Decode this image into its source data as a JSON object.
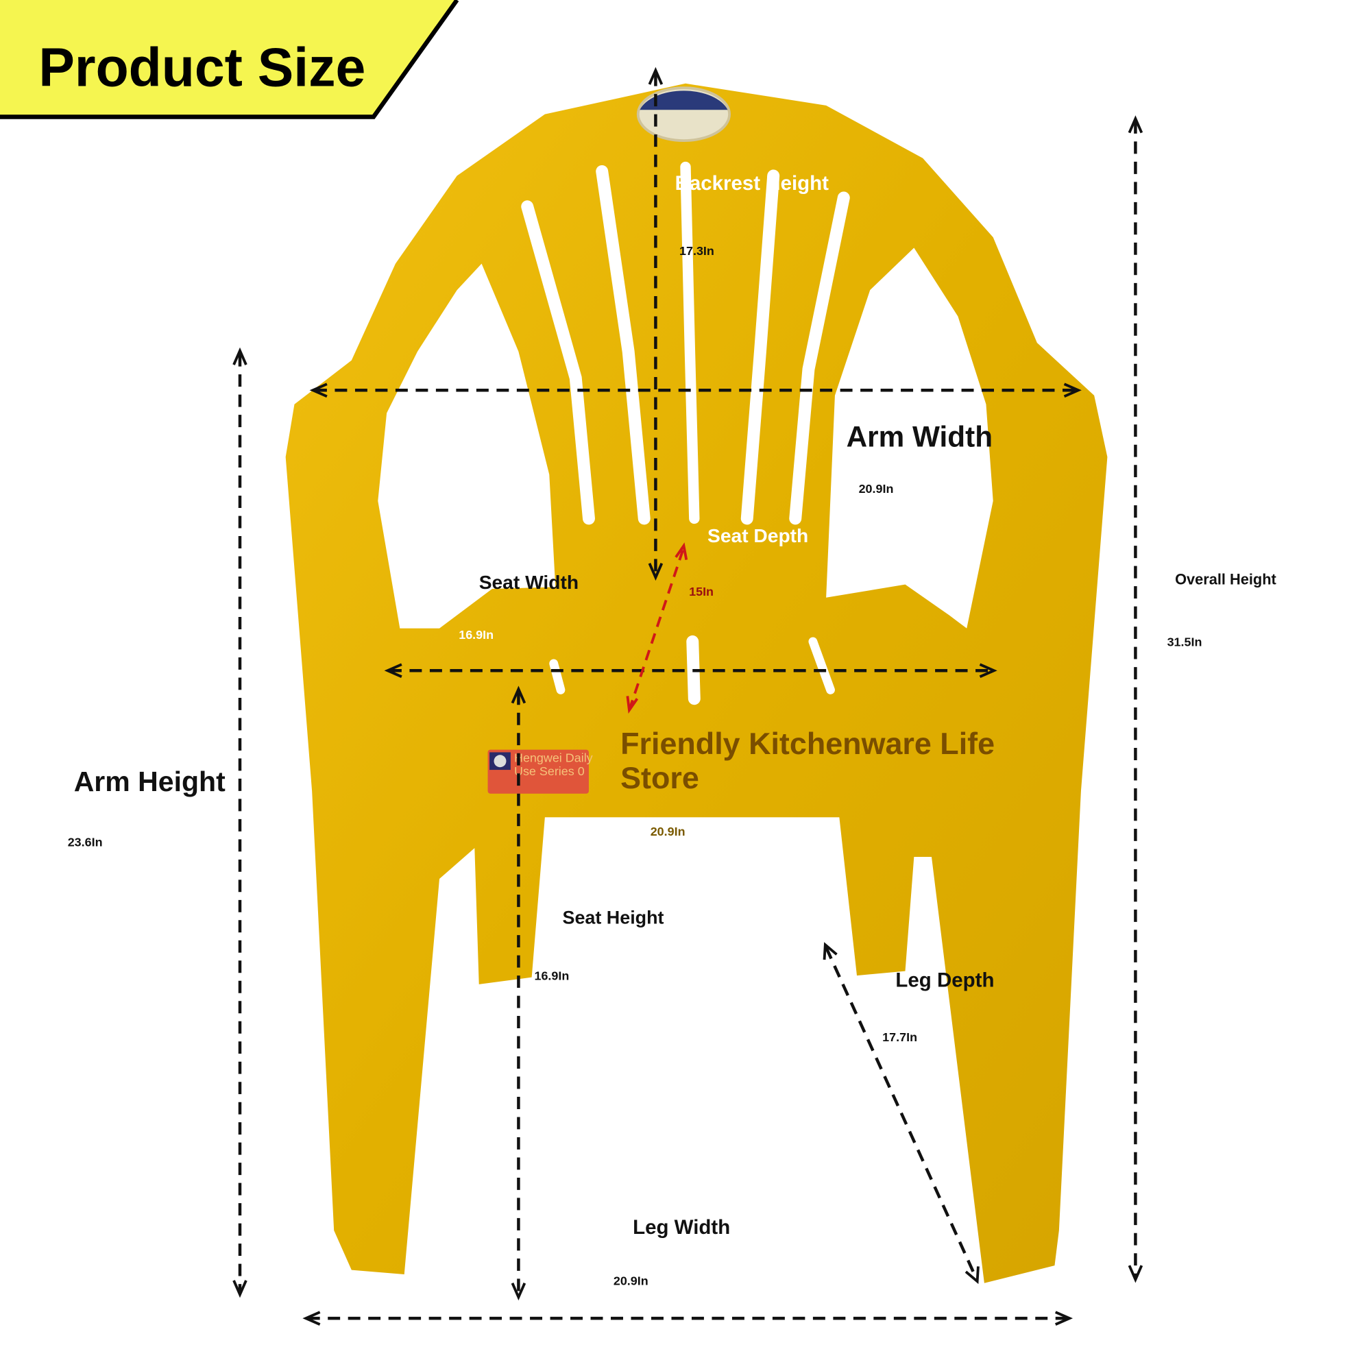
{
  "banner": {
    "title": "Product Size",
    "color": "#f5f550"
  },
  "chair_color": "#e8b400",
  "dimensions": {
    "backrest_height": {
      "label": "Backrest Height",
      "value": "17.3In"
    },
    "arm_width": {
      "label": "Arm Width",
      "value": "20.9In"
    },
    "seat_depth": {
      "label": "Seat Depth",
      "value": "15In"
    },
    "seat_width": {
      "label": "Seat Width",
      "value": "16.9In"
    },
    "overall_height": {
      "label": "Overall Height",
      "value": "31.5In"
    },
    "arm_height": {
      "label": "Arm Height",
      "value": "23.6In"
    },
    "seat_height": {
      "label": "Seat Height",
      "value": "16.9In"
    },
    "leg_depth": {
      "label": "Leg Depth",
      "value": "17.7In"
    },
    "leg_width": {
      "label": "Leg Width",
      "value": "20.9In"
    },
    "front_width_value": "20.9In"
  },
  "watermark": {
    "line1": "Friendly Kitchenware Life",
    "line2": "Store"
  },
  "sticker": {
    "line1": "Hengwei Daily",
    "line2": "Use Series 0"
  }
}
